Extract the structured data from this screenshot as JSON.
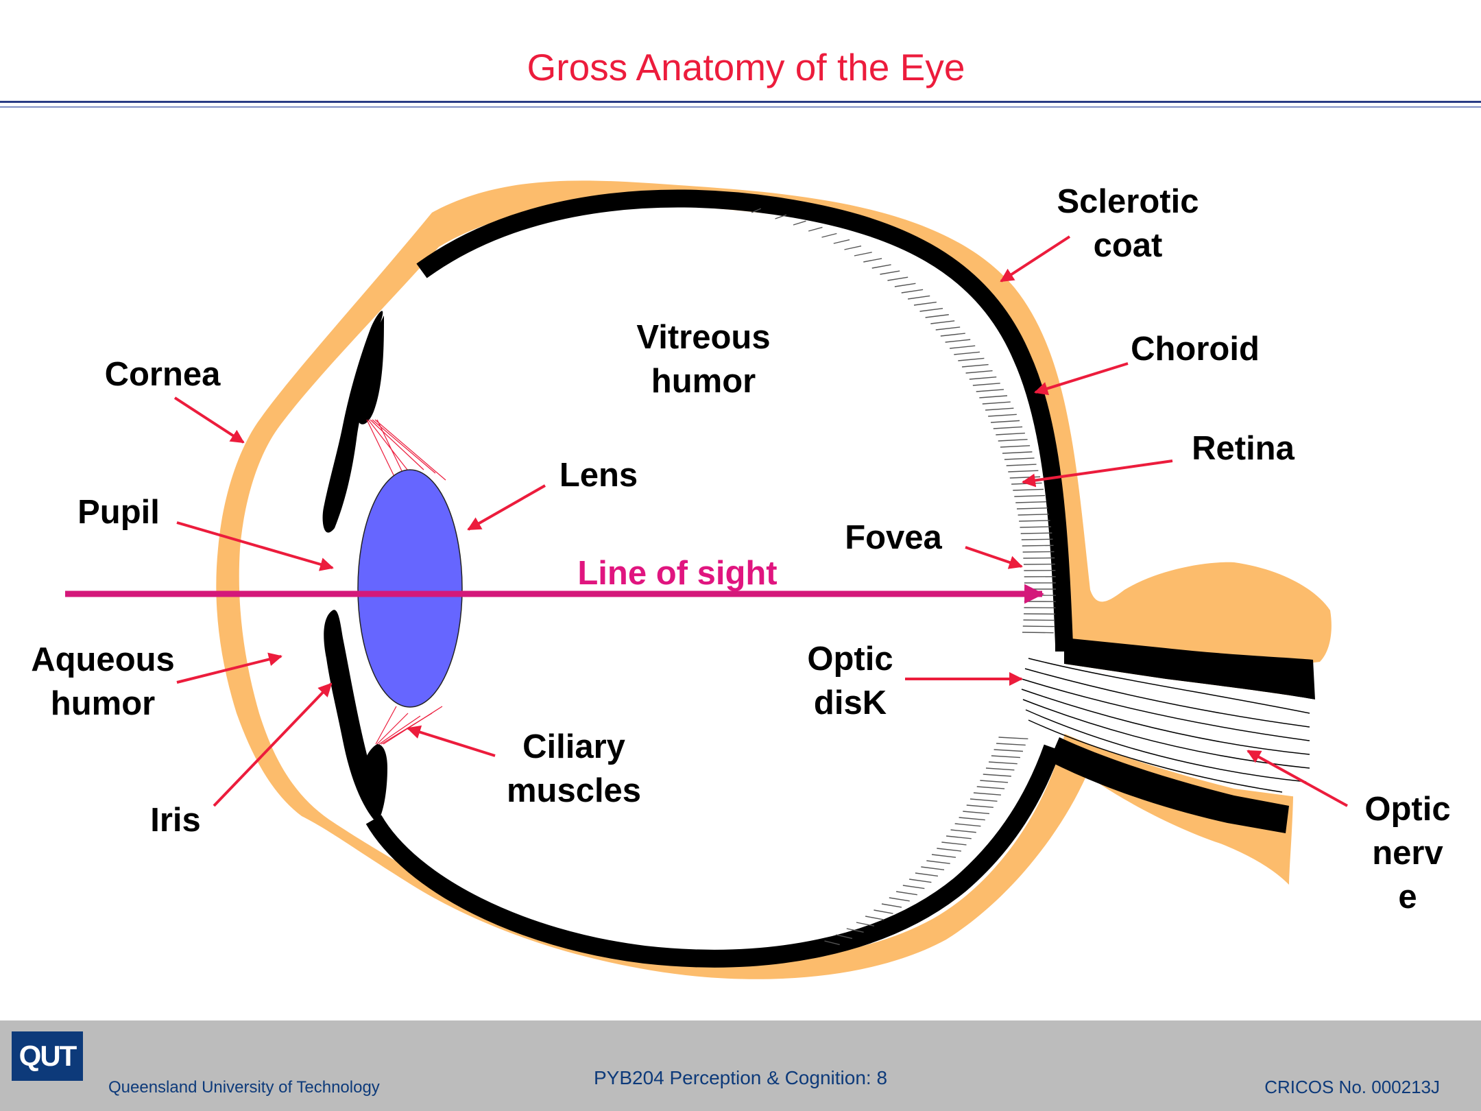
{
  "slide": {
    "title": "Gross Anatomy of the Eye"
  },
  "diagram": {
    "labels": {
      "sclerotic_coat": [
        "Sclerotic",
        "coat"
      ],
      "choroid": [
        "Choroid"
      ],
      "retina": [
        "Retina"
      ],
      "vitreous_humor": [
        "Vitreous",
        "humor"
      ],
      "cornea": [
        "Cornea"
      ],
      "lens": [
        "Lens"
      ],
      "pupil": [
        "Pupil"
      ],
      "fovea": [
        "Fovea"
      ],
      "line_of_sight": [
        "Line of sight"
      ],
      "aqueous_humor": [
        "Aqueous",
        "humor"
      ],
      "optic_disk": [
        "Optic",
        "disK"
      ],
      "ciliary_muscles": [
        "Ciliary",
        "muscles"
      ],
      "iris": [
        "Iris"
      ],
      "optic_nerve": [
        "Optic",
        "nerv",
        "e"
      ]
    },
    "colors": {
      "sclera": "#fcbc6c",
      "choroid": "#000000",
      "lens": "#6666ff",
      "line_of_sight": "#d4187a",
      "arrows": "#ec1c3c"
    }
  },
  "footer": {
    "logo": "QUT",
    "university": "Queensland University of Technology",
    "course": "PYB204 Perception & Cognition: 8",
    "cricos": "CRICOS No. 000213J"
  }
}
